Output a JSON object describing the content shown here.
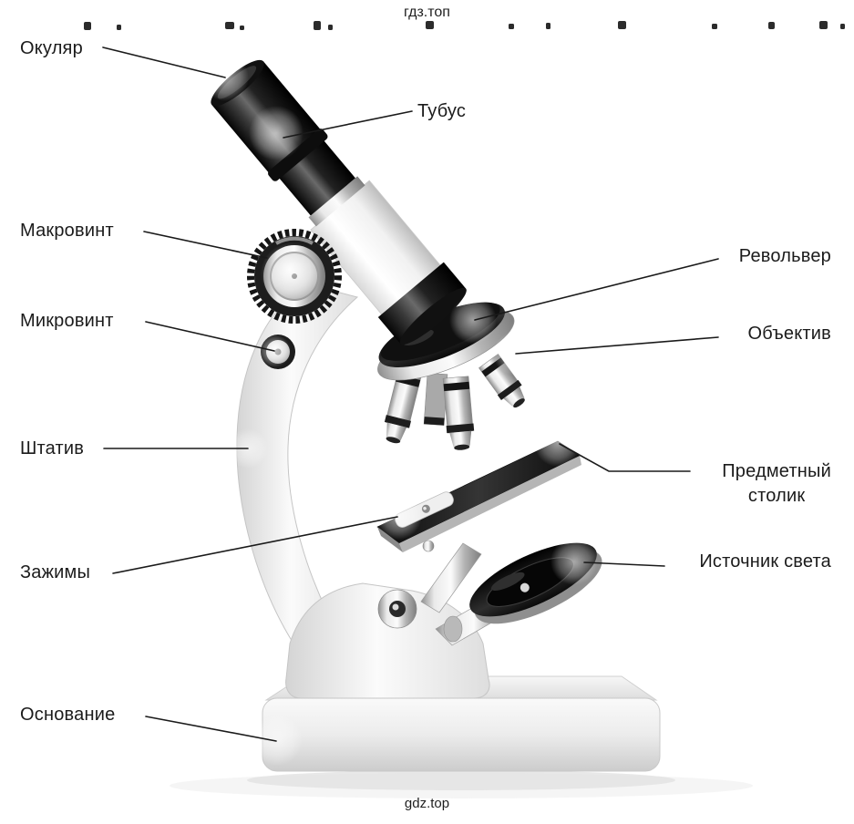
{
  "watermarks": {
    "top": "гдз.топ",
    "bottom": "gdz.top"
  },
  "labels": {
    "eyepiece": "Окуляр",
    "tube": "Тубус",
    "coarse_screw": "Макровинт",
    "fine_screw": "Микровинт",
    "stand": "Штатив",
    "clips": "Зажимы",
    "base": "Основание",
    "nosepiece": "Револьвер",
    "objective": "Объектив",
    "stage_line1": "Предметный",
    "stage_line2": "столик",
    "light_source": "Источник света"
  },
  "colors": {
    "label_text": "#1b1b1b",
    "leader_line": "#1a1a1a",
    "background": "#ffffff"
  }
}
